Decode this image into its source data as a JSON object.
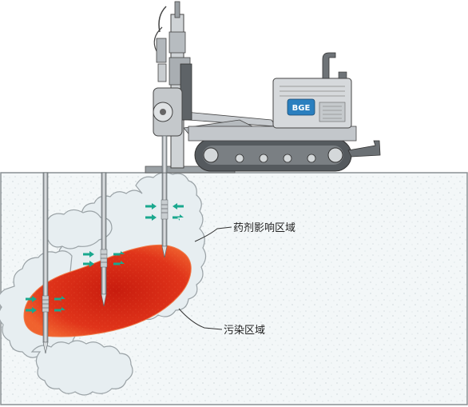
{
  "labels": {
    "influence_zone": "药剂影响区域",
    "contamination_zone": "污染区域"
  },
  "rig": {
    "logo_text": "BGE"
  },
  "colors": {
    "ground_fill": "#f2f6f7",
    "ground_border": "#8a9094",
    "influence_cloud": "#e9eff2",
    "contamination_outer": "#e8431a",
    "contamination_inner": "#cc1e10",
    "arrow": "#1aa88e",
    "machine_body": "#d3d6d9",
    "track": "#555a5e"
  }
}
